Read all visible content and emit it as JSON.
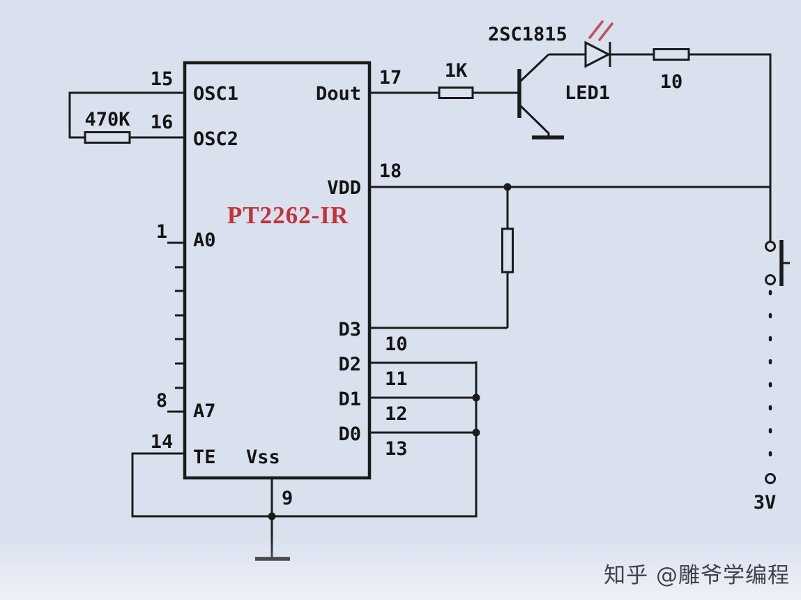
{
  "ic": {
    "part_label": "PT2262-IR",
    "pins": {
      "osc1": {
        "number": "15",
        "name": "OSC1"
      },
      "osc2": {
        "number": "16",
        "name": "OSC2"
      },
      "dout": {
        "number": "17",
        "name": "Dout"
      },
      "vdd": {
        "number": "18",
        "name": "VDD"
      },
      "a0": {
        "number": "1",
        "name": "A0"
      },
      "a7": {
        "number": "8",
        "name": "A7"
      },
      "te": {
        "number": "14",
        "name": "TE"
      },
      "vss": {
        "number": "9",
        "name": "Vss"
      },
      "d3": {
        "number": "10",
        "name": "D3"
      },
      "d2": {
        "number": "11",
        "name": "D2"
      },
      "d1": {
        "number": "12",
        "name": "D1"
      },
      "d0": {
        "number": "13",
        "name": "D0"
      }
    }
  },
  "components": {
    "osc_resistor": "470K",
    "base_resistor": "1K",
    "transistor": "2SC1815",
    "led": "LED1",
    "series_resistor": "10",
    "battery_voltage": "3V"
  },
  "watermark": "知乎 @雕爷学编程",
  "colors": {
    "background": "#d9e0ee",
    "wire": "#1b1b1b",
    "ic_label": "#c2333b",
    "led_rays": "#c05054"
  }
}
